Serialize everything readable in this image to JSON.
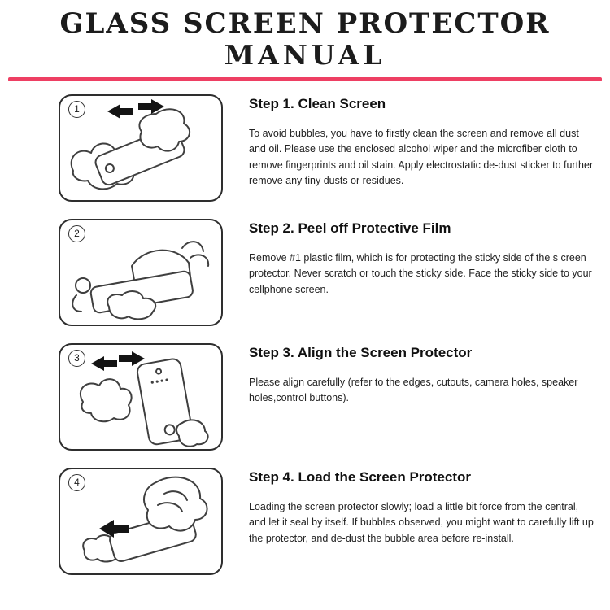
{
  "page": {
    "title_line1": "GLASS SCREEN PROTECTOR",
    "title_line2": "MANUAL",
    "colors": {
      "divider": "#ee3f63",
      "line_art": "#3f3f3f",
      "text": "#1c1c1c"
    }
  },
  "steps": [
    {
      "number": "1",
      "heading": "Step 1. Clean Screen",
      "body": "To avoid bubbles, you have to firstly clean the screen and remove all dust and oil. Please use the enclosed alcohol wiper and the microfiber cloth to remove fingerprints and oil stain. Apply electrostatic de-dust sticker to further remove any tiny dusts or residues.",
      "illustration": "hands-cleaning-phone-screen"
    },
    {
      "number": "2",
      "heading": "Step 2. Peel off Protective Film",
      "body": "Remove #1 plastic film, which is for protecting the sticky side of the s creen protector. Never scratch or touch the sticky side. Face the sticky side to your cellphone screen.",
      "illustration": "peeling-film-off-protector"
    },
    {
      "number": "3",
      "heading": "Step 3. Align the Screen Protector",
      "body": "Please align carefully (refer to the edges, cutouts, camera holes, speaker holes,control buttons).",
      "illustration": "aligning-protector-on-phone"
    },
    {
      "number": "4",
      "heading": "Step 4. Load the Screen Protector",
      "body": "Loading the screen protector slowly; load a little bit force from the central, and let it seal by itself. If bubbles observed, you might want to carefully lift up the protector, and de-dust the bubble area before re-install.",
      "illustration": "pressing-protector-onto-screen"
    }
  ]
}
